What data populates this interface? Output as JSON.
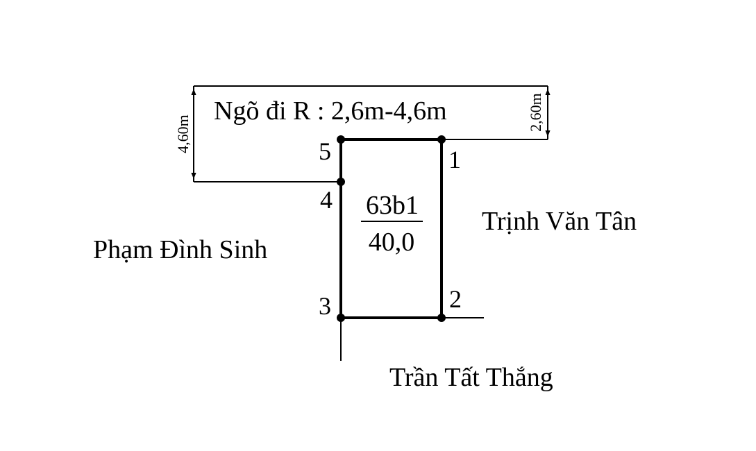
{
  "alley": {
    "label": "Ngõ đi R : 2,6m-4,6m"
  },
  "dimensions": {
    "left": "4,60m",
    "right": "2,60m"
  },
  "parcel": {
    "number": "63b1",
    "area": "40,0"
  },
  "points": [
    "1",
    "2",
    "3",
    "4",
    "5"
  ],
  "neighbors": {
    "left": "Phạm Đình Sinh",
    "right": "Trịnh Văn Tân",
    "bottom": "Trần Tất Thắng"
  }
}
